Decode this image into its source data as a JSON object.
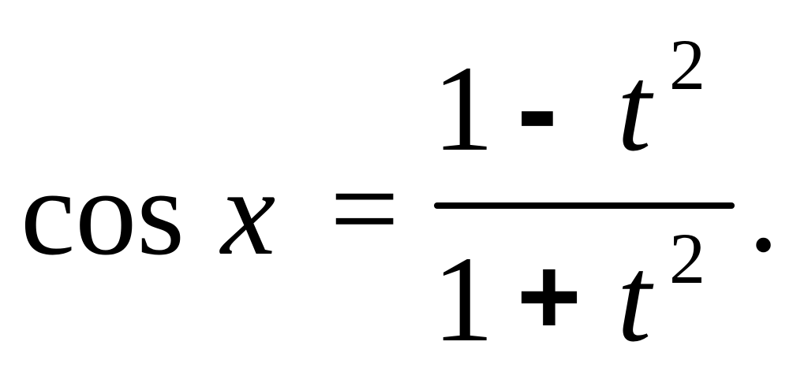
{
  "formula": {
    "function_name": "cos",
    "variable": "x",
    "equals": "=",
    "numerator": {
      "constant": "1",
      "operator": "-",
      "variable": "t",
      "exponent": "2"
    },
    "denominator": {
      "constant": "1",
      "operator": "+",
      "variable": "t",
      "exponent": "2"
    },
    "terminator": "."
  }
}
